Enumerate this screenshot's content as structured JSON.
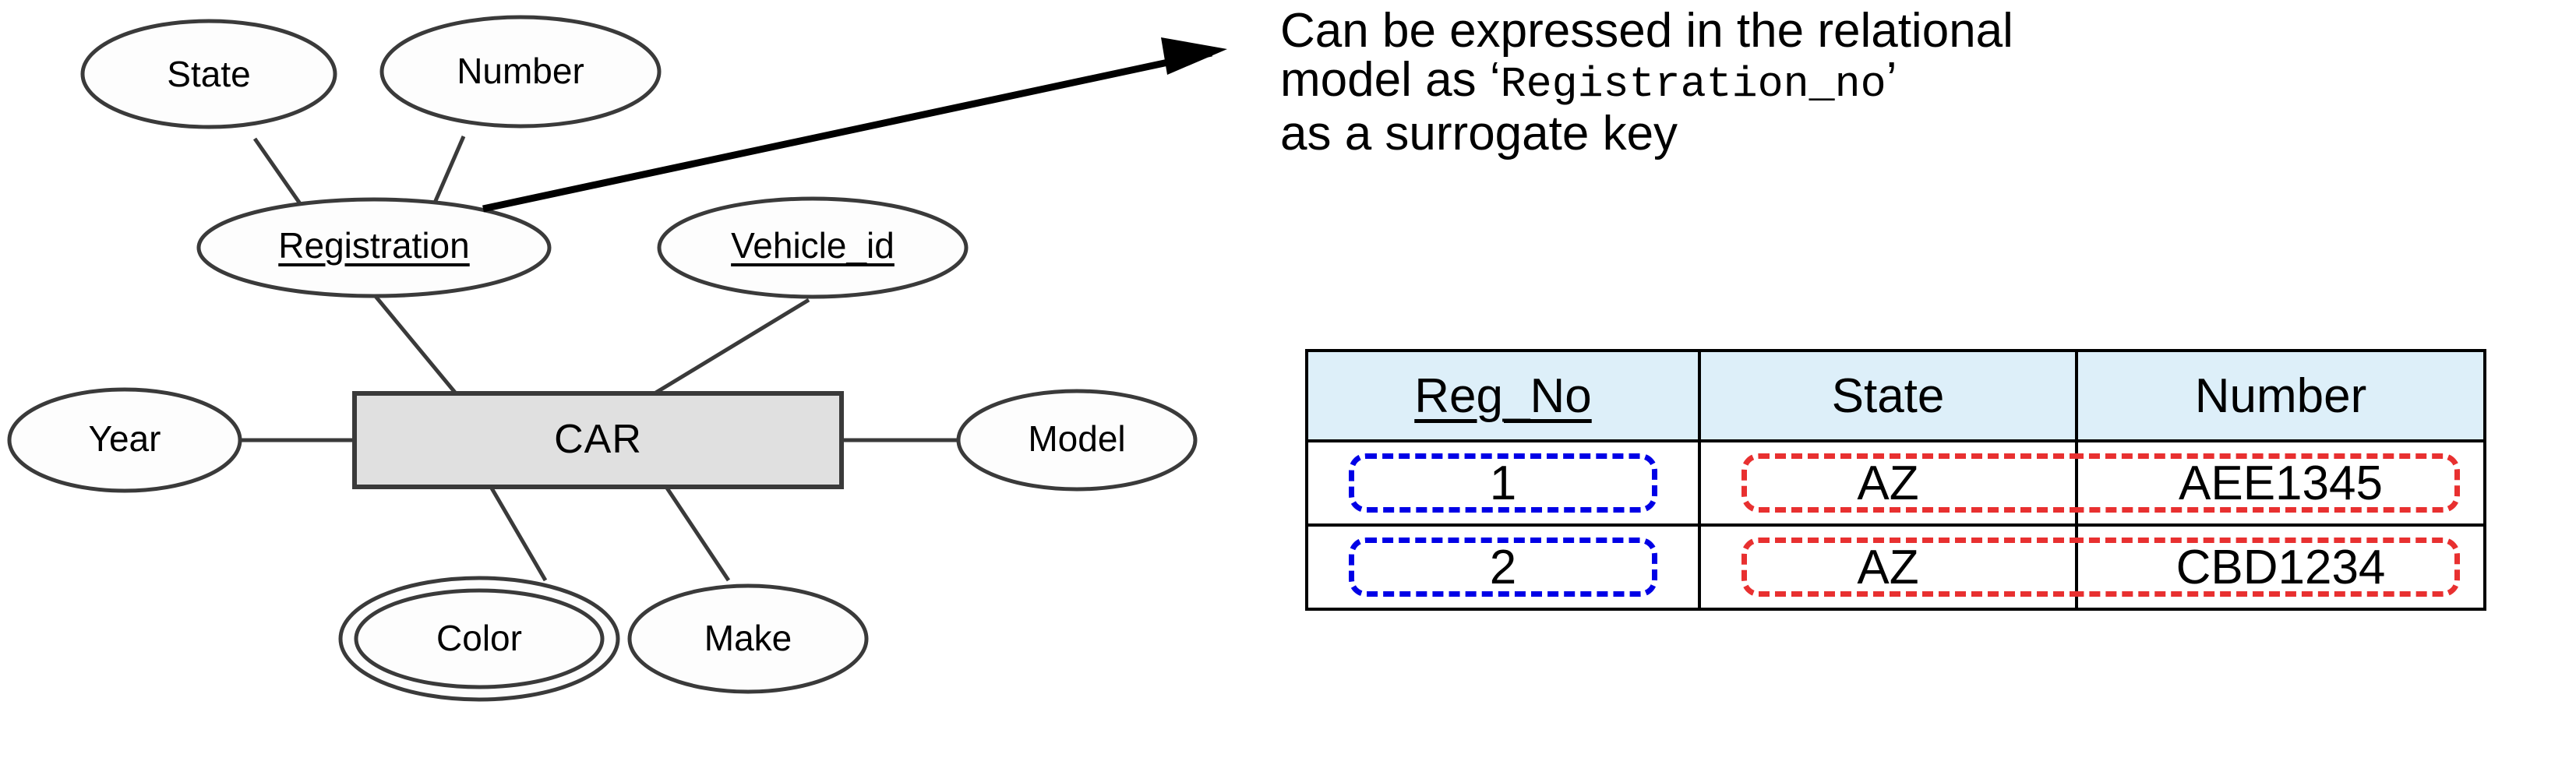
{
  "colors": {
    "entity_fill": "#e0e0e0",
    "table_header_fill": "#ddeff9",
    "highlight_key": "#0000e6",
    "highlight_composite": "#e83030",
    "stroke": "#000000"
  },
  "er_diagram": {
    "entity": {
      "name": "CAR",
      "shape": "rectangle"
    },
    "attributes": [
      {
        "name": "State",
        "shape": "ellipse",
        "key": false,
        "parent": "Registration"
      },
      {
        "name": "Number",
        "shape": "ellipse",
        "key": false,
        "parent": "Registration"
      },
      {
        "name": "Registration",
        "shape": "ellipse",
        "key": true,
        "parent": "CAR"
      },
      {
        "name": "Vehicle_id",
        "shape": "ellipse",
        "key": true,
        "parent": "CAR"
      },
      {
        "name": "Year",
        "shape": "ellipse",
        "key": false,
        "parent": "CAR"
      },
      {
        "name": "Model",
        "shape": "ellipse",
        "key": false,
        "parent": "CAR"
      },
      {
        "name": "Color",
        "shape": "double-ellipse",
        "key": false,
        "parent": "CAR"
      },
      {
        "name": "Make",
        "shape": "ellipse",
        "key": false,
        "parent": "CAR"
      }
    ]
  },
  "callout": {
    "line1": "Can be expressed in the relational",
    "line2_prefix": "model as ",
    "line2_quote_open": "‘",
    "line2_code": "Registration_no",
    "line2_quote_close": "’",
    "line3": "as a surrogate key",
    "arrow_target": "Registration"
  },
  "relational_table": {
    "columns": [
      {
        "label": "Reg_No",
        "key": true
      },
      {
        "label": "State",
        "key": false
      },
      {
        "label": "Number",
        "key": false
      }
    ],
    "rows": [
      {
        "Reg_No": "1",
        "State": "AZ",
        "Number": "AEE1345"
      },
      {
        "Reg_No": "2",
        "State": "AZ",
        "Number": "CBD1234"
      }
    ],
    "highlights": [
      {
        "kind": "surrogate-key",
        "color": "#0000e6",
        "columns": [
          "Reg_No"
        ]
      },
      {
        "kind": "composite-key",
        "color": "#e83030",
        "columns": [
          "State",
          "Number"
        ]
      }
    ]
  }
}
